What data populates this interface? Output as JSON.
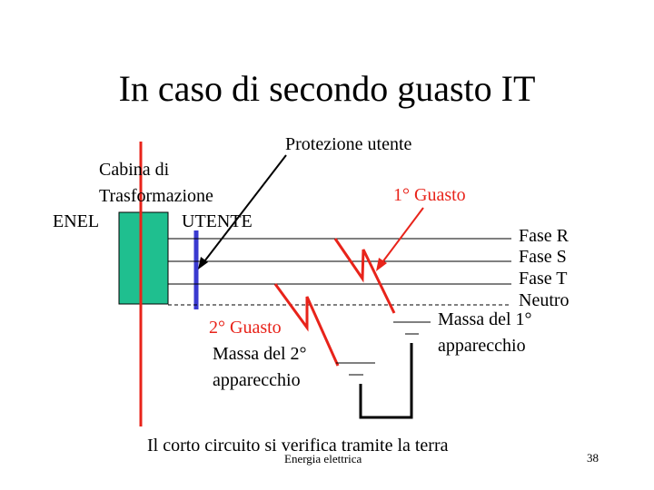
{
  "slide": {
    "title": "In caso di secondo guasto IT",
    "footer_left": "Energia elettrica",
    "page_number": "38"
  },
  "labels": {
    "protezione": "Protezione utente",
    "cabina_1": "Cabina di",
    "cabina_2": "Trasformazione",
    "enel": "ENEL",
    "utente": "UTENTE",
    "guasto1": "1° Guasto",
    "guasto2": "2° Guasto",
    "fase_r": "Fase R",
    "fase_s": "Fase S",
    "fase_t": "Fase T",
    "neutro": "Neutro",
    "massa1_1": "Massa del 1°",
    "massa1_2": "apparecchio",
    "massa2_1": "Massa del 2°",
    "massa2_2": "apparecchio",
    "caption": "Il corto circuito si verifica tramite la terra"
  },
  "colors": {
    "fault": "#e8231a",
    "cabin": "#1fbf8f",
    "protection": "#3a3ad0",
    "line": "#000000"
  }
}
